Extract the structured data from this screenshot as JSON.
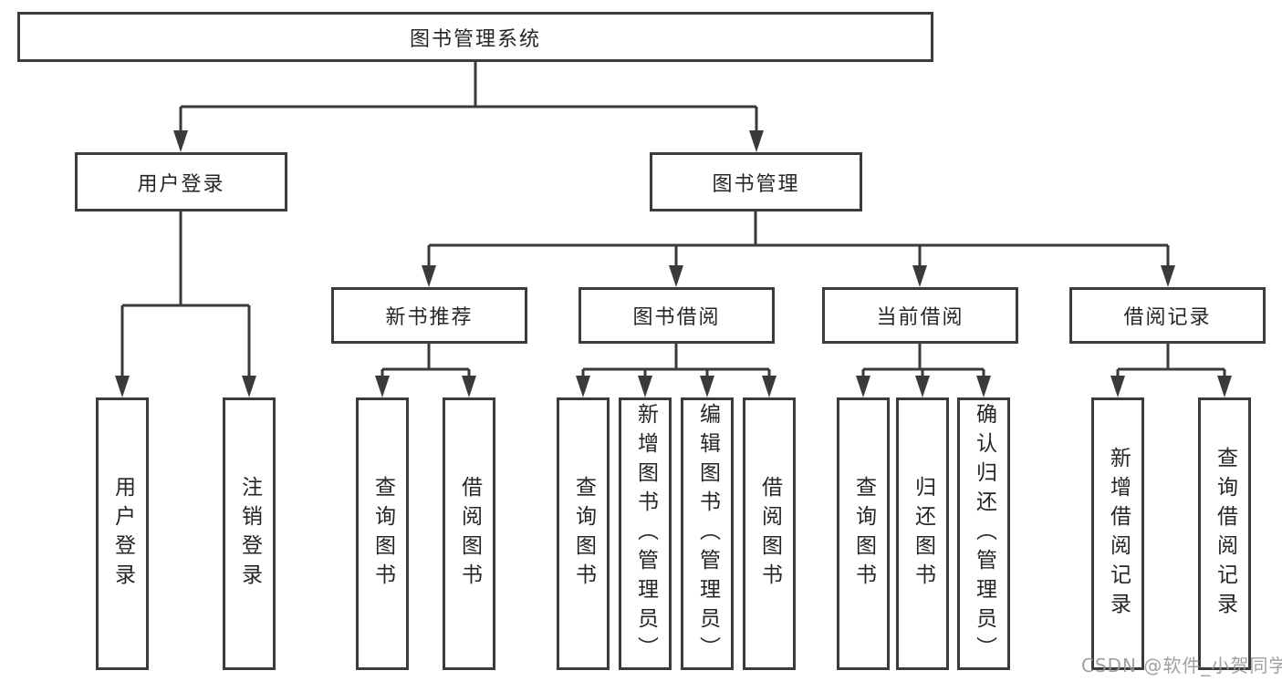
{
  "tree": {
    "label": "图书管理系统",
    "children": [
      {
        "label": "用户登录",
        "children": [
          {
            "label": "用户登录"
          },
          {
            "label": "注销登录"
          }
        ]
      },
      {
        "label": "图书管理",
        "children": [
          {
            "label": "新书推荐",
            "children": [
              {
                "label": "查询图书"
              },
              {
                "label": "借阅图书"
              }
            ]
          },
          {
            "label": "图书借阅",
            "children": [
              {
                "label": "查询图书"
              },
              {
                "label": "新增图书（管理员）"
              },
              {
                "label": "编辑图书（管理员）"
              },
              {
                "label": "借阅图书"
              }
            ]
          },
          {
            "label": "当前借阅",
            "children": [
              {
                "label": "查询图书"
              },
              {
                "label": "归还图书"
              },
              {
                "label": "确认归还（管理员）"
              }
            ]
          },
          {
            "label": "借阅记录",
            "children": [
              {
                "label": "新增借阅记录"
              },
              {
                "label": "查询借阅记录"
              }
            ]
          }
        ]
      }
    ]
  },
  "watermark": {
    "text": "CSDN @软件_小贺同学"
  },
  "colors": {
    "background": "#ffffff",
    "box_border": "#3b3b3b",
    "line": "#3a3a3a",
    "text": "#262626",
    "watermark": "#969696"
  }
}
